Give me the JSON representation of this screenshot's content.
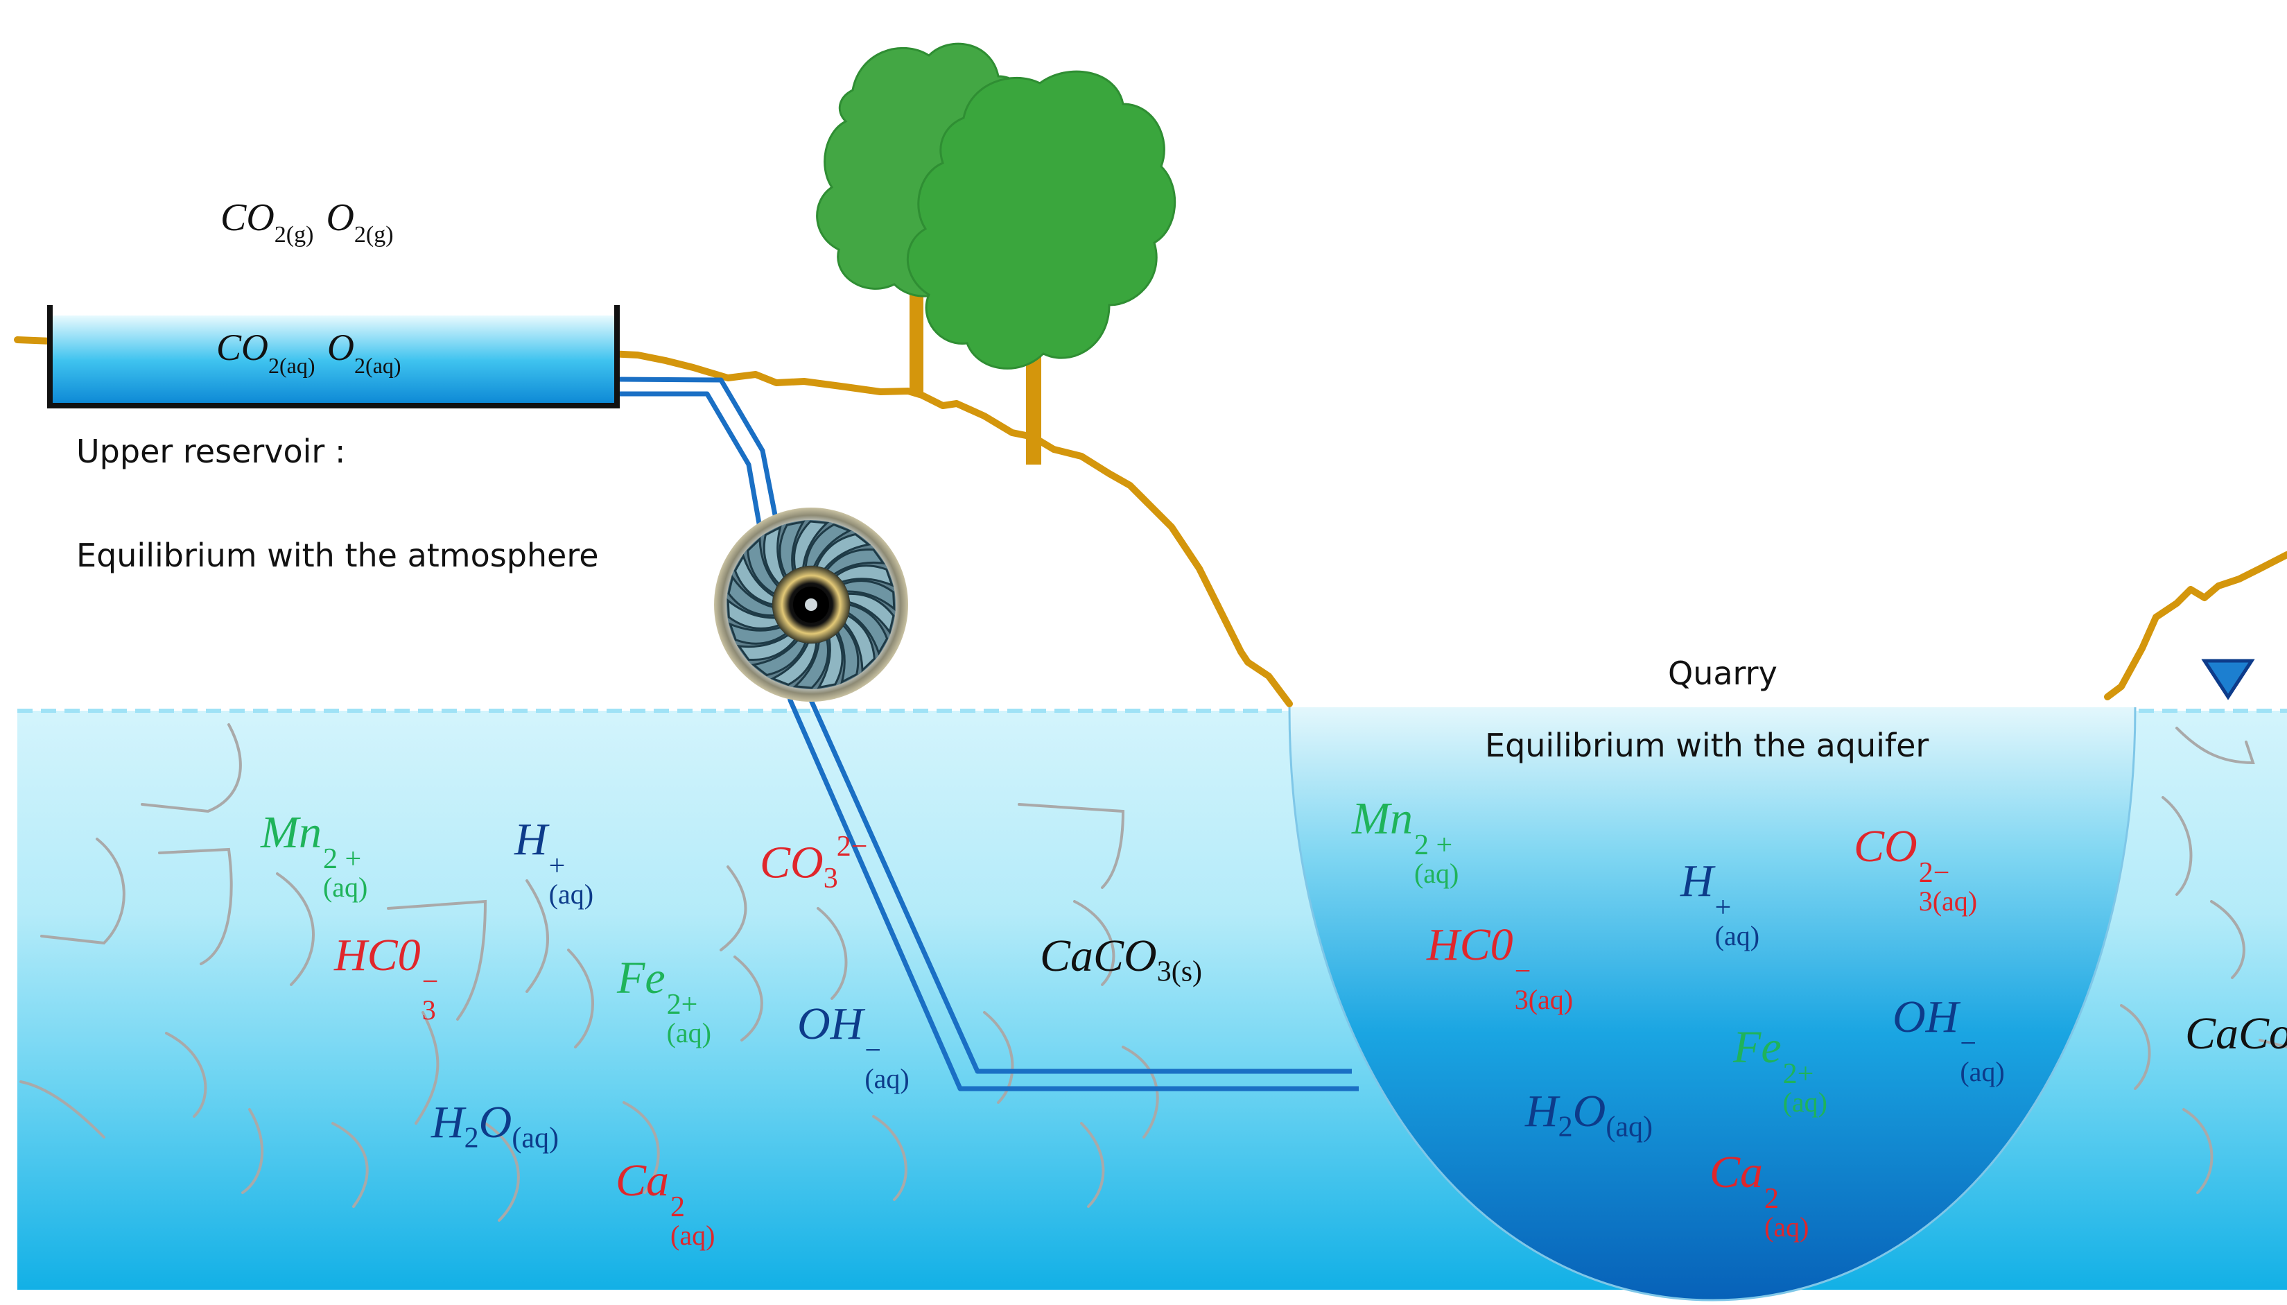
{
  "labels": {
    "upper_reservoir": "Upper reservoir :",
    "equilibrium_atmosphere": "Equilibrium with the atmosphere",
    "quarry": "Quarry",
    "equilibrium_aquifer": "Equilibrium with the aquifer"
  },
  "gas_species": [
    {
      "base": "CO",
      "sub": "2(g)"
    },
    {
      "base": "O",
      "sub": "2(g)"
    }
  ],
  "reservoir_species": [
    {
      "base": "CO",
      "sub": "2(aq)"
    },
    {
      "base": "O",
      "sub": "2(aq)"
    }
  ],
  "aquifer_species": [
    {
      "id": "mn",
      "base": "Mn",
      "top": "2 +",
      "bot": "(aq)",
      "color": "#1fb35a"
    },
    {
      "id": "h",
      "base": "H",
      "top": "+",
      "bot": "(aq)",
      "color": "#0d3b8a"
    },
    {
      "id": "co3",
      "base": "CO",
      "sub": "3",
      "sup": "2−",
      "color": "#e0262b"
    },
    {
      "id": "hco3",
      "base": "HC0",
      "top": "−",
      "bot": "3",
      "color": "#e0262b"
    },
    {
      "id": "fe",
      "base": "Fe",
      "top": "2+",
      "bot": "(aq)",
      "color": "#1fb35a"
    },
    {
      "id": "oh",
      "base": "OH",
      "top": "−",
      "bot": "(aq)",
      "color": "#0d3b8a"
    },
    {
      "id": "caco3",
      "base": "CaCO",
      "sub": "3(s)",
      "color": "#111111"
    },
    {
      "id": "h2o",
      "base": "H",
      "sub": "2",
      "after": "O",
      "sub2": "(aq)",
      "color": "#0d3b8a"
    },
    {
      "id": "ca",
      "base": "Ca",
      "top": "2",
      "bot": "(aq)",
      "color": "#e0262b"
    }
  ],
  "quarry_species": [
    {
      "id": "mn",
      "base": "Mn",
      "top": "2 +",
      "bot": "(aq)",
      "color": "#1fb35a"
    },
    {
      "id": "h",
      "base": "H",
      "top": "+",
      "bot": "(aq)",
      "color": "#0d3b8a"
    },
    {
      "id": "co3",
      "base": "CO",
      "top": "2−",
      "bot": "3(aq)",
      "color": "#e0262b"
    },
    {
      "id": "hco3",
      "base": "HC0",
      "top": "−",
      "bot": "3(aq)",
      "color": "#e0262b"
    },
    {
      "id": "oh",
      "base": "OH",
      "top": "−",
      "bot": "(aq)",
      "color": "#0d3b8a"
    },
    {
      "id": "fe",
      "base": "Fe",
      "top": "2+",
      "bot": "(aq)",
      "color": "#1fb35a"
    },
    {
      "id": "h2o",
      "base": "H",
      "sub": "2",
      "after": "O",
      "sub2": "(aq)",
      "color": "#0d3b8a"
    },
    {
      "id": "ca",
      "base": "Ca",
      "top": "2",
      "bot": "(aq)",
      "color": "#e0262b"
    }
  ],
  "edge_fragment": {
    "text": "CaCo",
    "color": "#111111"
  },
  "colors": {
    "ground_line": "#d4960c",
    "tree_green": "#3aa63d",
    "tree_trunk": "#d4960c",
    "pipe_blue": "#1a6fc4",
    "water_light": "#c9f0fb",
    "water_dark": "#17b3e6",
    "quarry_top": "#d6f3fb",
    "quarry_bottom": "#0a78c8",
    "water_level_marker": "#1c7fd0"
  },
  "icons": [
    "pump-turbine-icon",
    "tree-icon",
    "water-level-icon"
  ]
}
